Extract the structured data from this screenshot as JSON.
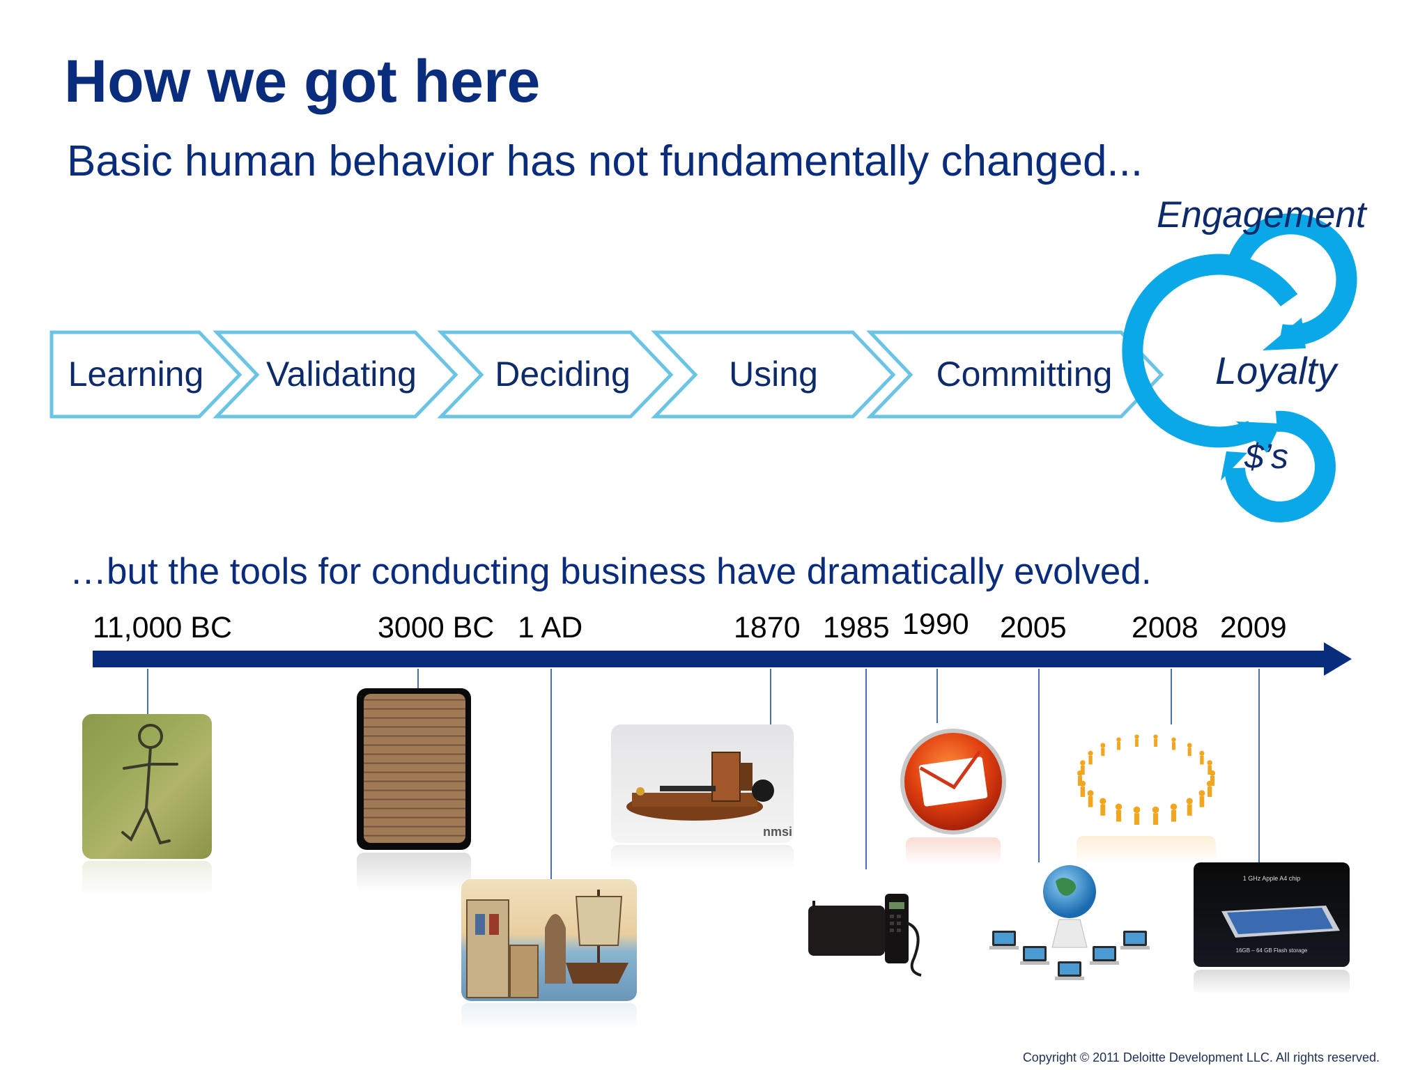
{
  "slide": {
    "title": "How we got here",
    "subtitle": "Basic human behavior has not fundamentally changed...",
    "subtitle2": "…but the tools for conducting business have dramatically evolved.",
    "copyright": "Copyright © 2011 Deloitte Development LLC. All rights reserved."
  },
  "stages": [
    {
      "label": "Learning"
    },
    {
      "label": "Validating"
    },
    {
      "label": "Deciding"
    },
    {
      "label": "Using"
    },
    {
      "label": "Committing"
    }
  ],
  "cycle": {
    "engagement": "Engagement",
    "loyalty": "Loyalty",
    "dollars": "$’s"
  },
  "timeline": {
    "years": [
      "11,000 BC",
      "3000 BC",
      "1 AD",
      "1870",
      "1985",
      "1990",
      "2005",
      "2008",
      "2009"
    ]
  },
  "images": {
    "ipad_caption_top": "1 GHz Apple A4 chip",
    "ipad_caption_bottom": "16GB – 64 GB Flash storage",
    "telegraph_logo": "nmsi"
  },
  "colors": {
    "title_blue": "#0a2c7c",
    "chevron_border": "#6cc4e4",
    "cycle_arrow": "#0aa8e6",
    "timeline_blue": "#0a2c7c"
  }
}
